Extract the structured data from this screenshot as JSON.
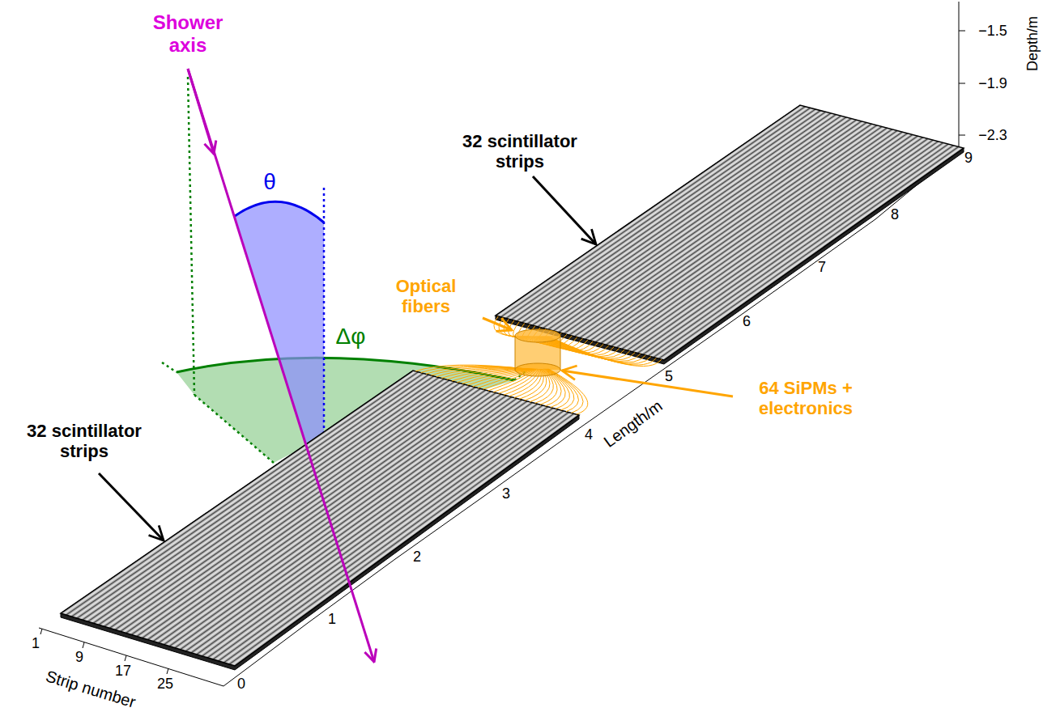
{
  "diagram": {
    "labels": [
      "Shower axis",
      "θ",
      "Δφ",
      "32 scintillator strips",
      "32 scintillator strips",
      "Optical fibers",
      "64 SiPMs + electronics",
      "Depth/m",
      "−1.5",
      "−1.9",
      "−2.3",
      "Length/m",
      "0",
      "1",
      "2",
      "3",
      "4",
      "5",
      "6",
      "7",
      "8",
      "9",
      "Strip number",
      "1",
      "9",
      "17",
      "25"
    ]
  }
}
